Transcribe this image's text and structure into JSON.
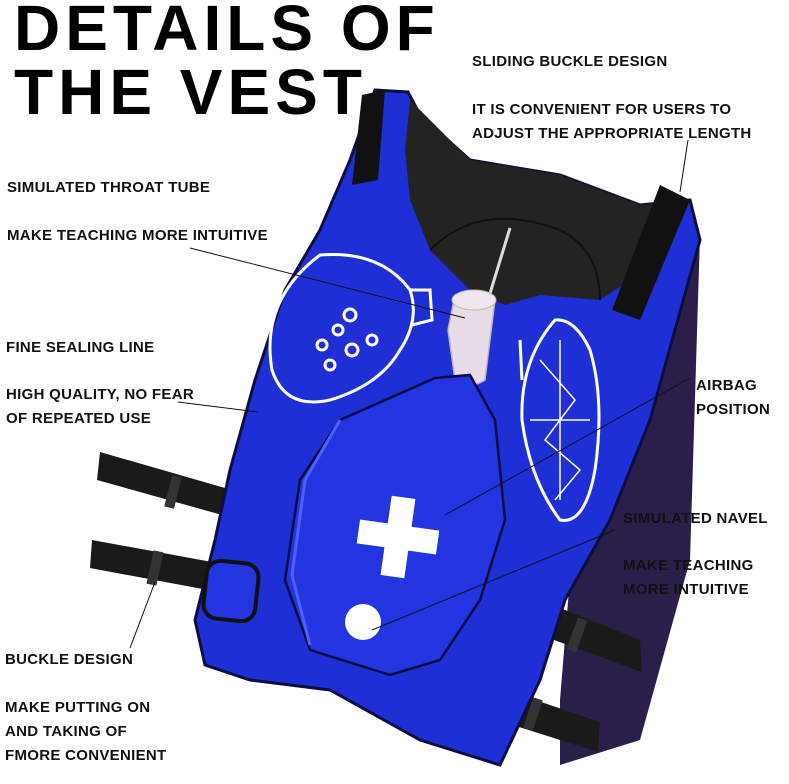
{
  "title": {
    "line1": "DETAILS OF",
    "line2": "THE VEST"
  },
  "colors": {
    "vest_blue": "#1f2fd6",
    "strap_black": "#1a1a1a",
    "neck_black": "#222222",
    "text": "#111111"
  },
  "annotations": {
    "sliding_buckle": {
      "heading": "SLIDING BUCKLE DESIGN",
      "line1": "IT IS CONVENIENT FOR USERS TO",
      "line2": "ADJUST THE APPROPRIATE LENGTH"
    },
    "throat_tube": {
      "heading": "SIMULATED THROAT TUBE",
      "line1": "MAKE TEACHING MORE INTUITIVE"
    },
    "sealing_line": {
      "heading": "FINE SEALING LINE",
      "line1": "HIGH QUALITY, NO FEAR",
      "line2": "OF REPEATED USE"
    },
    "airbag": {
      "line1": "AIRBAG",
      "line2": "POSITION"
    },
    "navel": {
      "heading": "SIMULATED NAVEL",
      "line1": "MAKE TEACHING",
      "line2": "MORE INTUITIVE"
    },
    "buckle": {
      "heading": "BUCKLE DESIGN",
      "line1": "MAKE PUTTING ON",
      "line2": "AND TAKING OF",
      "line3": "FMORE CONVENIENT"
    }
  },
  "icons": {
    "pouch_symbol": "cross-icon",
    "navel_marker": "circle-icon"
  }
}
